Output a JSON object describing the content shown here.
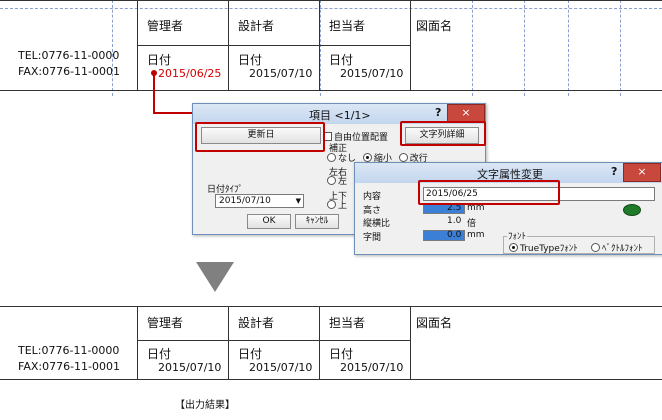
{
  "table": {
    "headers": [
      "管理者",
      "設計者",
      "担当者",
      "図面名"
    ],
    "tel": "TEL:0776-11-0000",
    "fax": "FAX:0776-11-0001",
    "date_label": "日付",
    "date_manager": "2015/06/25",
    "date_other": "2015/07/10"
  },
  "dialog1": {
    "title": "項目 <1/1>",
    "help": "?",
    "close": "×",
    "update_date_button": "更新日",
    "free_position": "自由位置配置",
    "text_detail_button": "文字列詳細",
    "correction_label": "補正",
    "correction_options": [
      "なし",
      "縮小",
      "改行"
    ],
    "lr_label": "左右",
    "lr_option": "左",
    "ud_label": "上下",
    "ud_option": "上",
    "date_type_label": "日付ﾀｲﾌﾟ",
    "date_type_value": "2015/07/10",
    "ok_button": "OK",
    "cancel_button": "ｷｬﾝｾﾙ"
  },
  "dialog2": {
    "title": "文字属性変更",
    "help": "?",
    "close": "×",
    "content_label": "内容",
    "content_value": "2015/06/25",
    "height_label": "高さ",
    "height_value": "2.5",
    "height_unit": "mm",
    "ratio_label": "縦横比",
    "ratio_value": "1.0",
    "ratio_unit": "倍",
    "spacing_label": "字間",
    "spacing_value": "0.0",
    "spacing_unit": "mm",
    "font_group": "ﾌｫﾝﾄ",
    "font_options": [
      "TrueTypeﾌｫﾝﾄ",
      "ﾍﾞｸﾄﾙﾌｫﾝﾄ"
    ]
  },
  "output": {
    "headers": [
      "管理者",
      "設計者",
      "担当者",
      "図面名"
    ],
    "tel": "TEL:0776-11-0000",
    "fax": "FAX:0776-11-0001",
    "date_label": "日付",
    "date_value": "2015/07/10",
    "caption": "【出力結果】"
  }
}
